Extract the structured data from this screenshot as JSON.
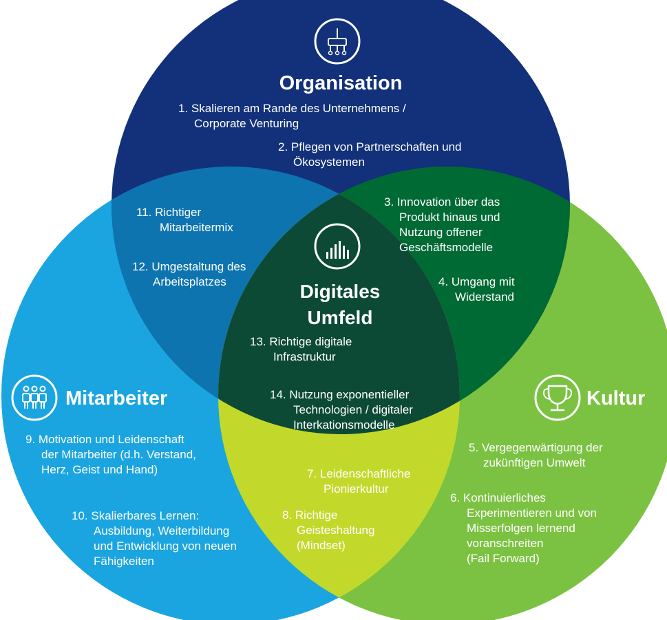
{
  "colors": {
    "organisation": "#12317a",
    "mitarbeiter": "#1aa5e0",
    "kultur": "#7cc242",
    "org_mit": "#0e74b0",
    "org_kul": "#006a34",
    "mit_kul": "#c2d92b",
    "center": "#0c4a36"
  },
  "sets": {
    "organisation": {
      "title": "Organisation",
      "icon": "hierarchy-icon"
    },
    "mitarbeiter": {
      "title": "Mitarbeiter",
      "icon": "people-icon"
    },
    "kultur": {
      "title": "Kultur",
      "icon": "trophy-icon"
    },
    "center": {
      "title_line1": "Digitales",
      "title_line2": "Umfeld",
      "icon": "bar-equalizer-icon"
    }
  },
  "items": {
    "i1": [
      "1. Skalieren am Rande des Unternehmens /",
      "Corporate Venturing"
    ],
    "i2": [
      "2. Pflegen von Partnerschaften und",
      "Ökosystemen"
    ],
    "i3": [
      "3. Innovation über das",
      "Produkt hinaus und",
      "Nutzung offener",
      "Geschäftsmodelle"
    ],
    "i4": [
      "4. Umgang mit",
      "Widerstand"
    ],
    "i5": [
      "5. Vergegenwärtigung der",
      "zukünftigen Umwelt"
    ],
    "i6": [
      "6. Kontinuierliches",
      "Experimentieren und von",
      "Misserfolgen lernend",
      "voranschreiten",
      "(Fail Forward)"
    ],
    "i7": [
      "7. Leidenschaftliche",
      "Pionierkultur"
    ],
    "i8": [
      "8. Richtige",
      "Geisteshaltung",
      "(Mindset)"
    ],
    "i9": [
      "9. Motivation und Leidenschaft",
      "der Mitarbeiter (d.h. Verstand,",
      "Herz, Geist und Hand)"
    ],
    "i10": [
      "10. Skalierbares Lernen:",
      "Ausbildung, Weiterbildung",
      "und Entwicklung von neuen",
      "Fähigkeiten"
    ],
    "i11": [
      "11. Richtiger",
      "Mitarbeitermix"
    ],
    "i12": [
      "12. Umgestaltung des",
      "Arbeitsplatzes"
    ],
    "i13": [
      "13. Richtige digitale",
      "Infrastruktur"
    ],
    "i14": [
      "14. Nutzung exponentieller",
      "Technologien / digitaler",
      "Interkationsmodelle"
    ]
  }
}
